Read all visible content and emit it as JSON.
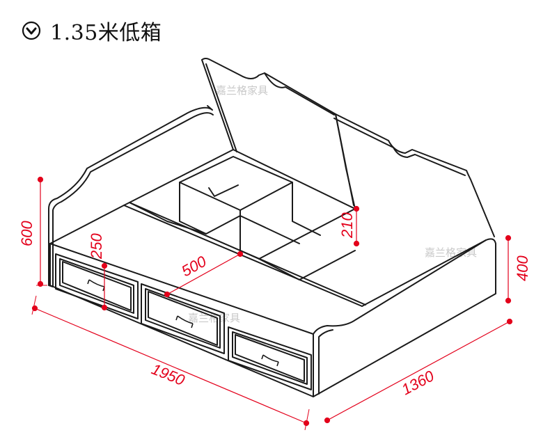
{
  "header": {
    "icon": "chevron-down-circle-icon",
    "title": "1.35米低箱"
  },
  "watermark": {
    "text": "嘉兰格家具"
  },
  "dimensions": {
    "length": "1950",
    "width": "1360",
    "headboard_height": "600",
    "footboard_height": "400",
    "compartment_width": "500",
    "drawer_height": "250",
    "compartment_depth": "210"
  },
  "colors": {
    "dimension": "#e3001b",
    "line": "#1a1a1a",
    "watermark": "#c9c9c9"
  }
}
